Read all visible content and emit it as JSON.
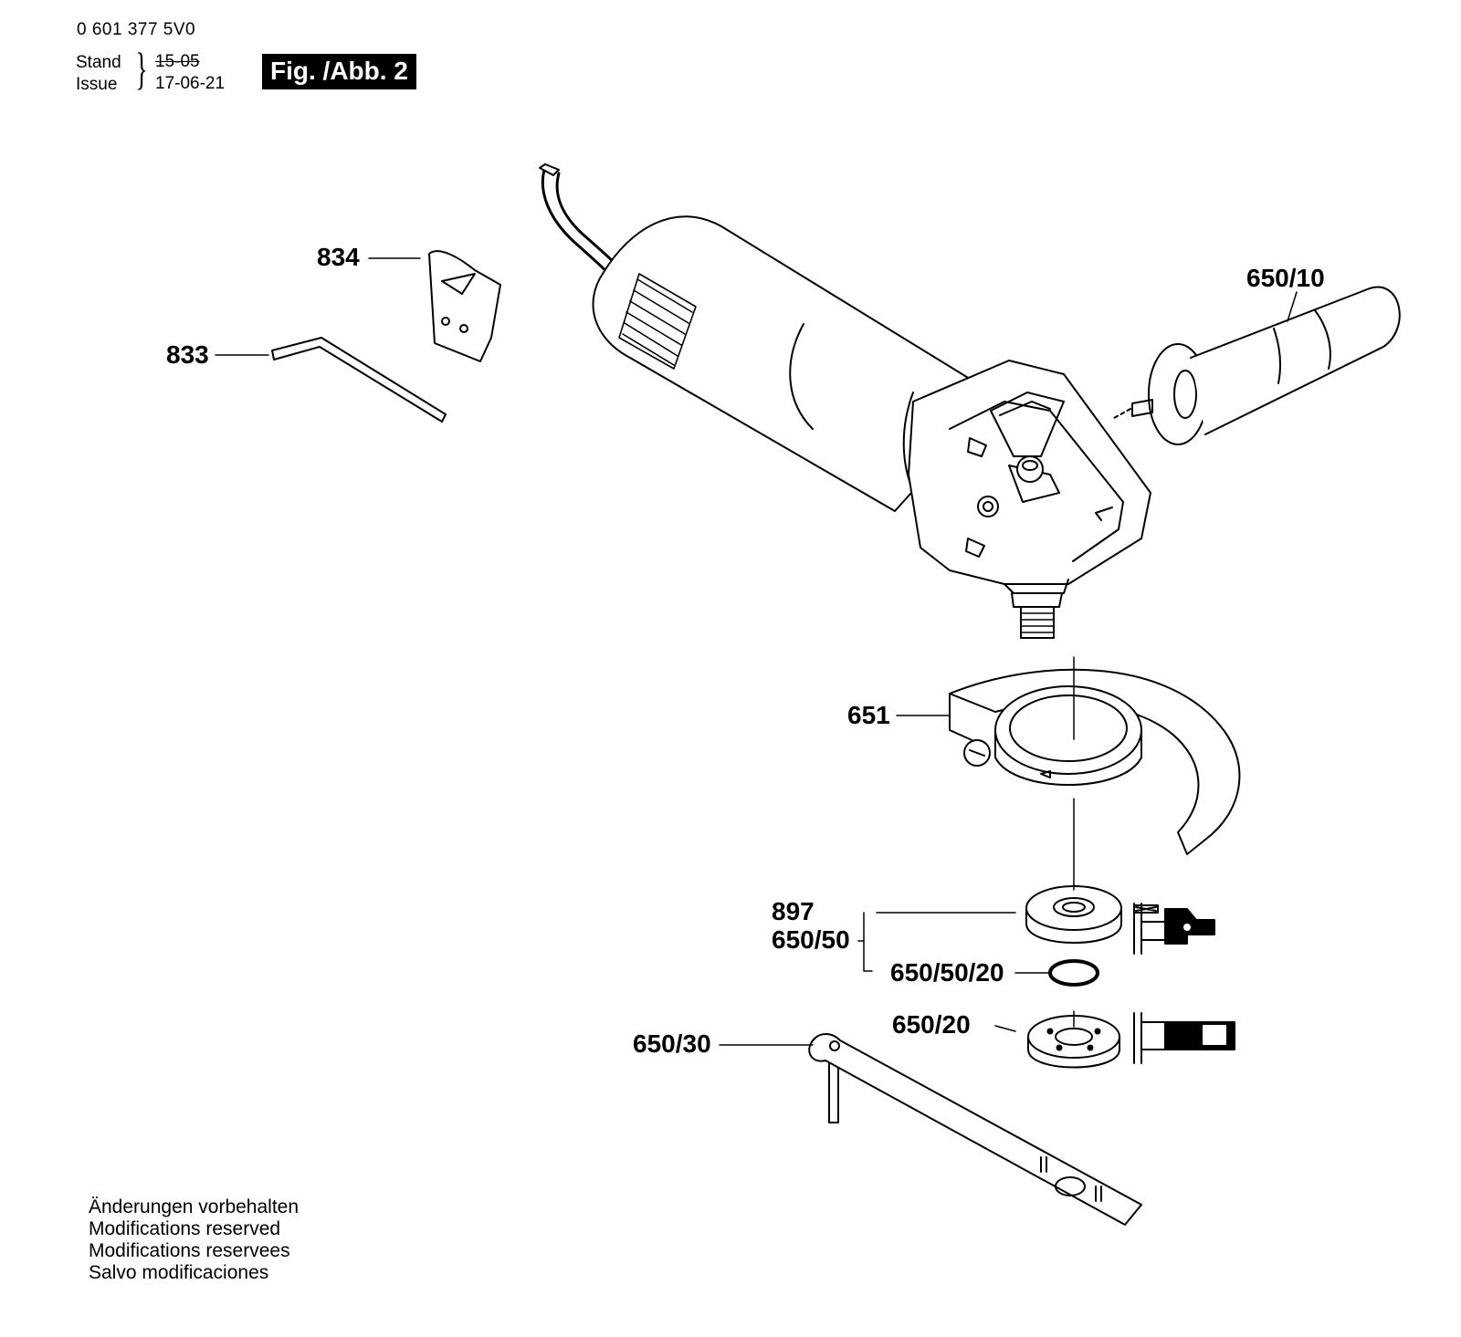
{
  "header": {
    "part_number": "0 601 377 5V0",
    "stand_label": "Stand",
    "issue_label": "Issue",
    "date_old": "15-05",
    "date_new": "17-06-21",
    "figure_badge": "Fig. /Abb. 2"
  },
  "parts": [
    {
      "id": "834",
      "label": "834"
    },
    {
      "id": "833",
      "label": "833"
    },
    {
      "id": "650-10",
      "label": "650/10"
    },
    {
      "id": "651",
      "label": "651"
    },
    {
      "id": "897",
      "label": "897"
    },
    {
      "id": "650-50",
      "label": "650/50"
    },
    {
      "id": "650-50-20",
      "label": "650/50/20"
    },
    {
      "id": "650-20",
      "label": "650/20"
    },
    {
      "id": "650-30",
      "label": "650/30"
    }
  ],
  "notes": [
    "Änderungen vorbehalten",
    "Modifications reserved",
    "Modifications reservees",
    "Salvo modificaciones"
  ],
  "colors": {
    "ink": "#000000",
    "paper": "#ffffff"
  }
}
